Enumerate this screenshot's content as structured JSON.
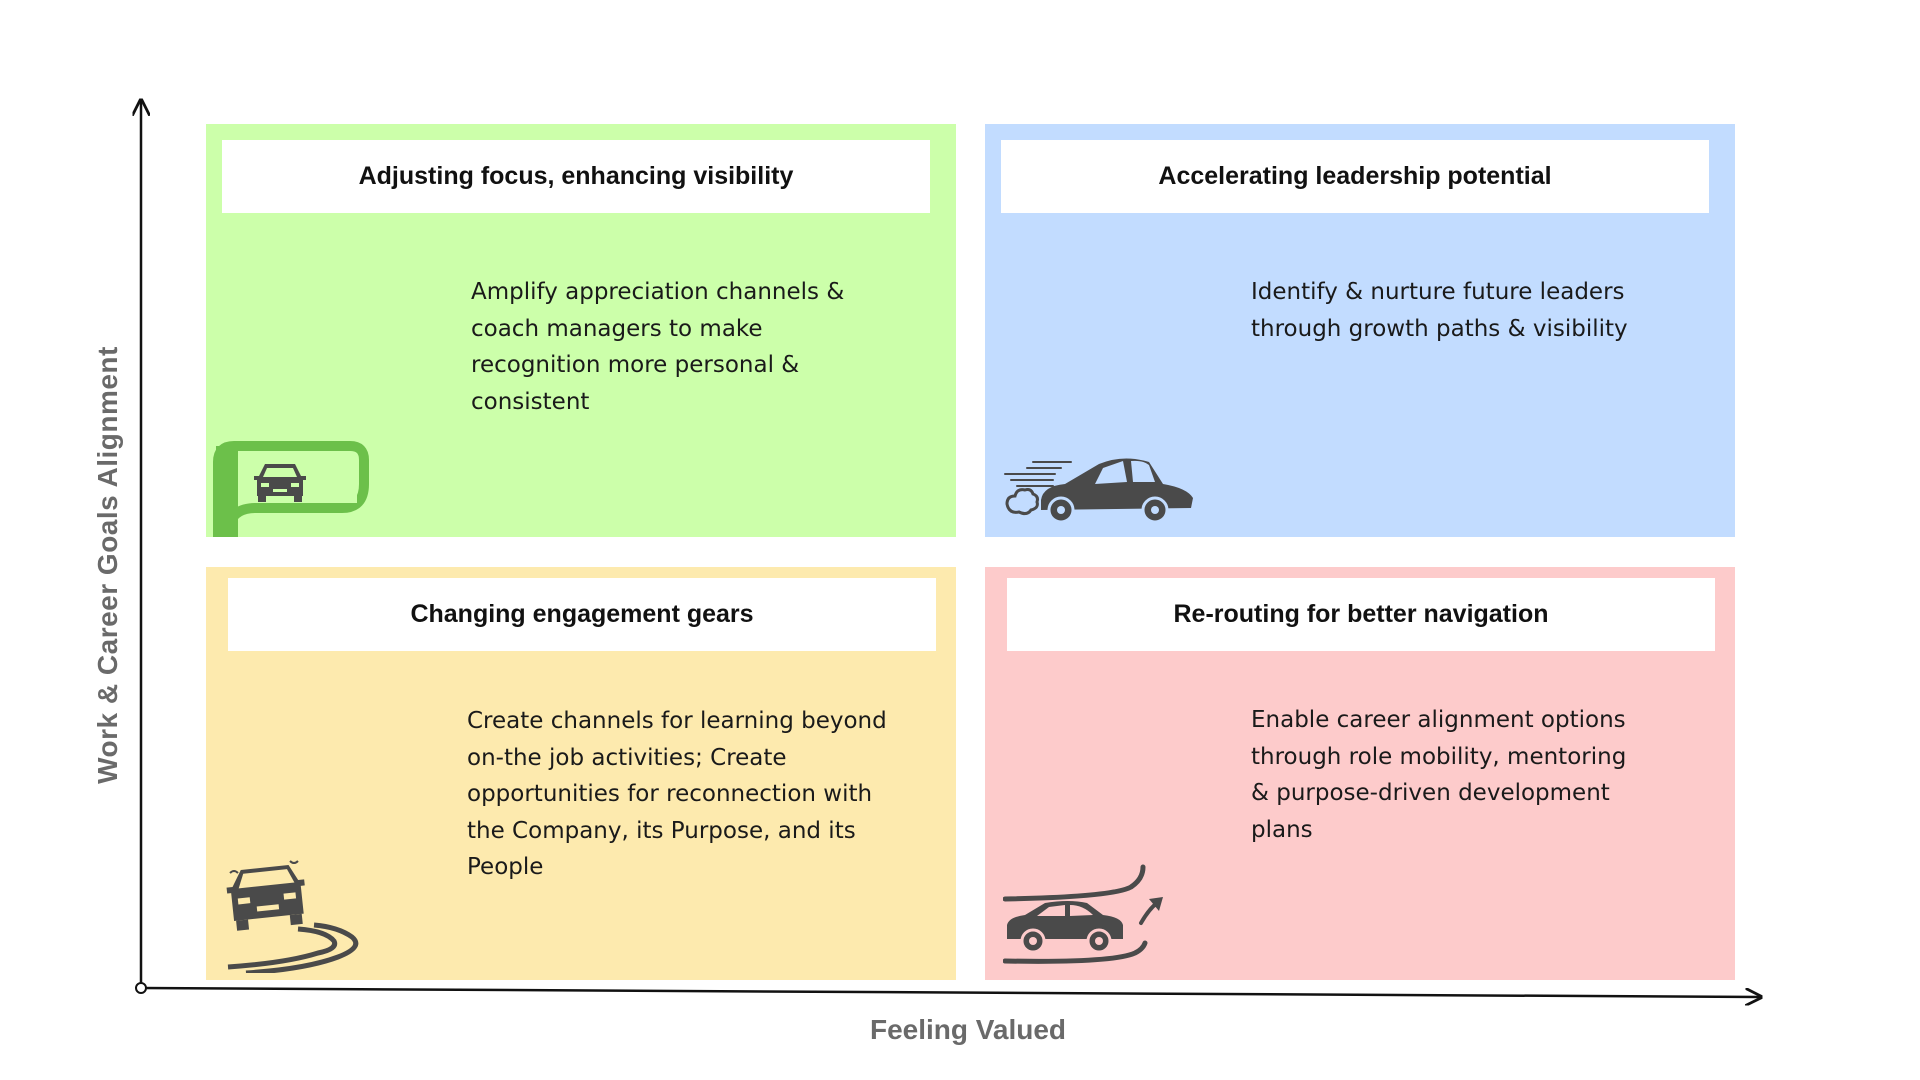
{
  "axes": {
    "y_label": "Work & Career Goals Alignment",
    "x_label": "Feeling Valued"
  },
  "quadrants": {
    "top_left": {
      "title": "Adjusting focus, enhancing visibility",
      "body": "Amplify appreciation channels & coach managers to make recognition more personal & consistent",
      "color": "#ccffaa",
      "icon": "rear-view-mirror-car-icon"
    },
    "top_right": {
      "title": "Accelerating leadership potential",
      "body": "Identify & nurture future leaders through growth paths & visibility",
      "color": "#c2dcff",
      "icon": "speeding-car-icon"
    },
    "bottom_left": {
      "title": "Changing engagement gears",
      "body": "Create channels for learning beyond on-the job activities; Create opportunities for reconnection with the Company, its Purpose, and its People",
      "color": "#fdeaae",
      "icon": "skidding-car-icon"
    },
    "bottom_right": {
      "title": "Re-routing for better navigation",
      "body": "Enable career alignment options through role mobility, mentoring & purpose-driven development plans",
      "color": "#fdcbcb",
      "icon": "rerouting-car-icon"
    }
  }
}
